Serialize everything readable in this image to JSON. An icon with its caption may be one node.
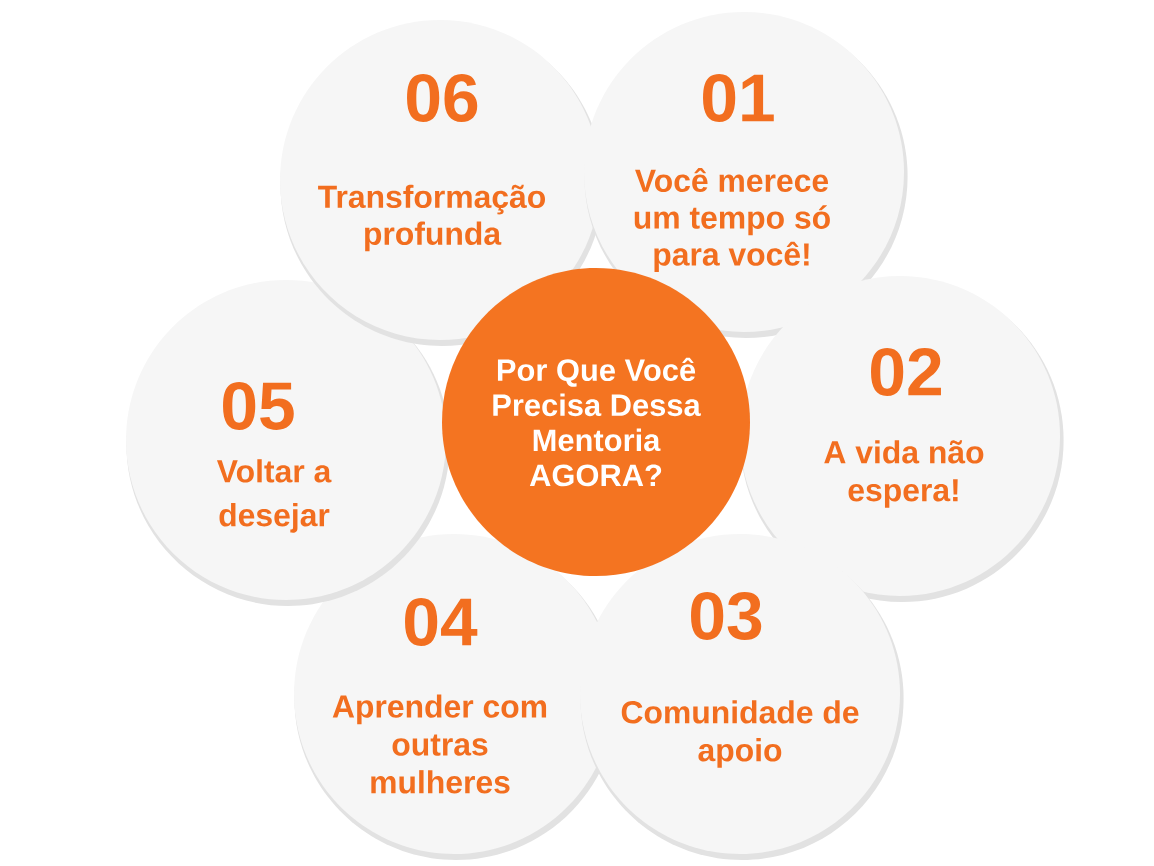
{
  "diagram": {
    "nodes": [
      {
        "text": [
          "Por Que Você Precisa Dessa Mentoria AGORA?"
        ]
      },
      {
        "text": [
          "01",
          "Você merece um tempo só para você!"
        ]
      },
      {
        "text": [
          "02",
          "A vida não espera!"
        ]
      },
      {
        "text": [
          "03",
          "Comunidade de apoio"
        ]
      },
      {
        "text": [
          "04",
          "Aprender com outras mulheres"
        ]
      },
      {
        "text": [
          "05",
          "Voltar a desejar"
        ]
      },
      {
        "text": [
          "06",
          "Transformação profunda"
        ]
      }
    ]
  }
}
